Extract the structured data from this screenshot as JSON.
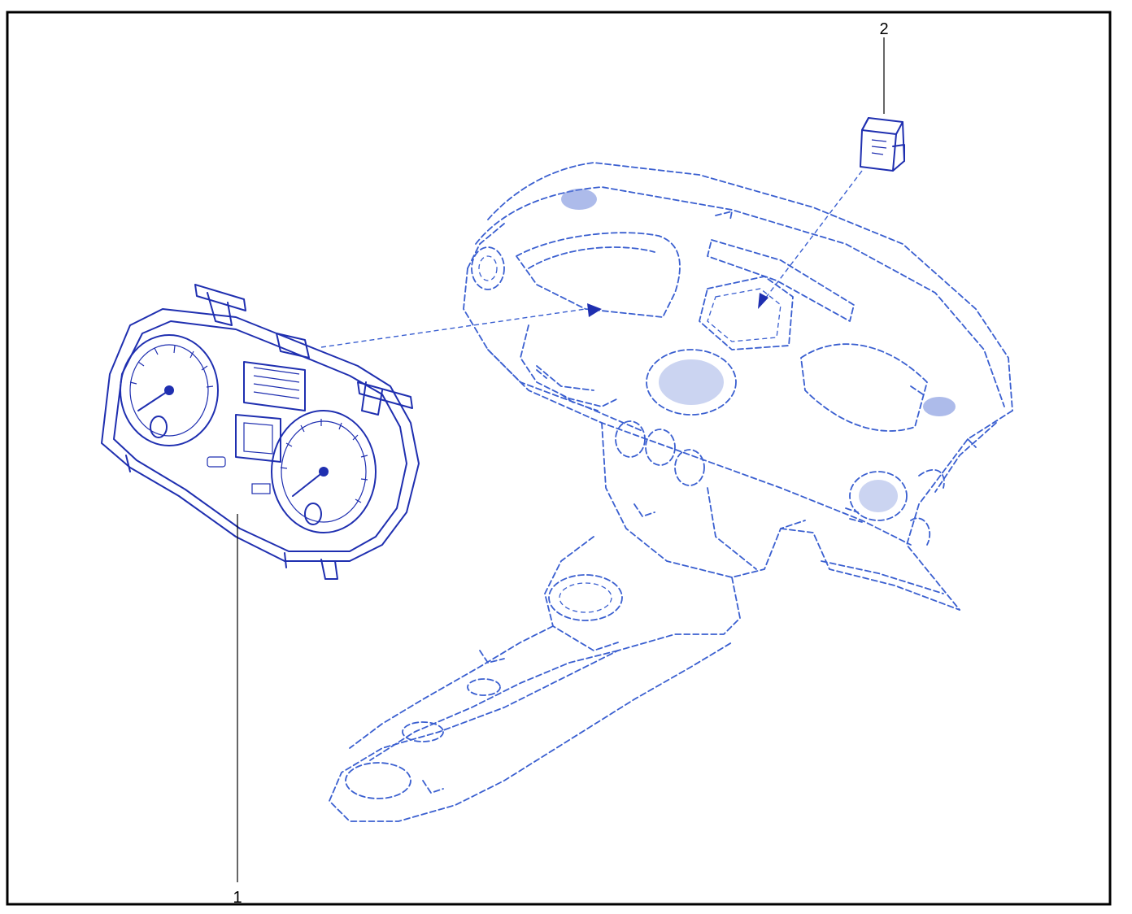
{
  "colors": {
    "frame": "#000000",
    "drawing_solid": "#1f2fb0",
    "drawing_dashed": "#3a5fd0",
    "background": "#ffffff"
  },
  "callouts": [
    {
      "id": "1",
      "label": "1",
      "part": "instrument-cluster"
    },
    {
      "id": "2",
      "label": "2",
      "part": "small-module"
    }
  ]
}
